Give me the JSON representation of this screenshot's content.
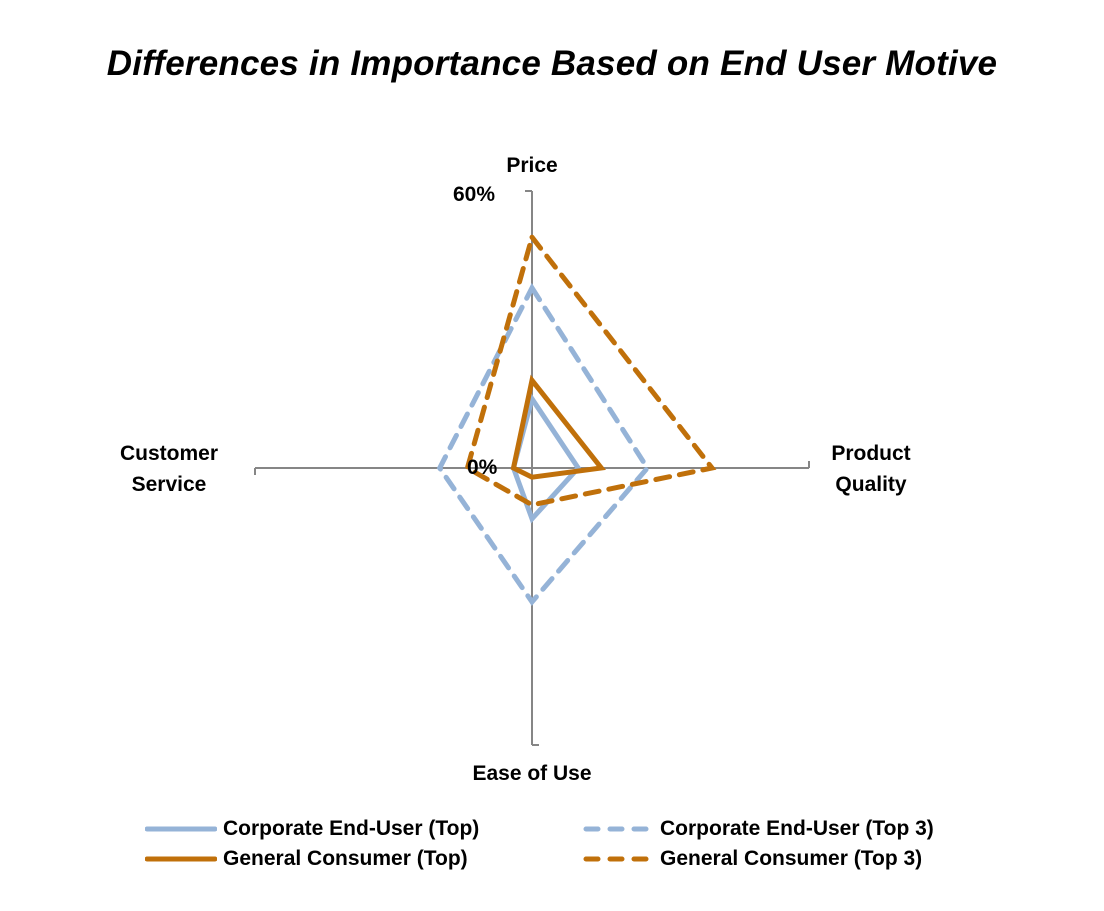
{
  "chart_data": {
    "type": "radar",
    "title": "Differences in Importance Based on End User Motive",
    "axes": [
      "Price",
      "Product Quality",
      "Ease of Use",
      "Customer Service"
    ],
    "axis_label_lines": {
      "price": [
        "Price"
      ],
      "product_quality": [
        "Product",
        "Quality"
      ],
      "ease_of_use": [
        "Ease of Use"
      ],
      "customer_service": [
        "Customer",
        "Service"
      ]
    },
    "tick_labels": {
      "min": "0%",
      "max": "60%"
    },
    "range": [
      0,
      60
    ],
    "unit": "%",
    "grid": false,
    "legend_position": "bottom",
    "series": [
      {
        "name": "Corporate End-User (Top)",
        "color": "#95B3D7",
        "dash": "solid",
        "values": [
          15,
          10,
          11,
          4
        ]
      },
      {
        "name": "Corporate End-User (Top 3)",
        "color": "#95B3D7",
        "dash": "dashed",
        "values": [
          39,
          25,
          29,
          20
        ]
      },
      {
        "name": "General Consumer (Top)",
        "color": "#C0700A",
        "dash": "solid",
        "values": [
          19,
          15,
          2,
          4
        ]
      },
      {
        "name": "General Consumer (Top 3)",
        "color": "#C0700A",
        "dash": "dashed",
        "values": [
          50,
          39,
          8,
          14
        ]
      }
    ]
  },
  "colors": {
    "axis": "#868686",
    "corporate": "#95B3D7",
    "consumer": "#C0700A"
  }
}
